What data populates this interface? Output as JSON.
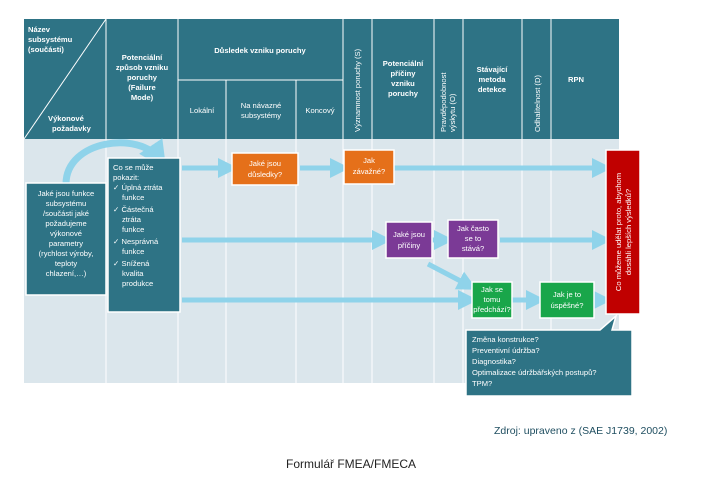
{
  "header": {
    "subsystem_name": [
      "Název",
      "subsystému",
      "(součásti)"
    ],
    "performance_requirements": [
      "Výkonové",
      "požadavky"
    ],
    "potential_failure_mode": [
      "Potenciální",
      "způsob vzniku",
      "poruchy",
      "(Failure",
      "Mode)"
    ],
    "failure_effects": "Důsledek vzniku poruchy",
    "local": "Lokální",
    "next_level": [
      "Na návazné",
      "subsystémy"
    ],
    "end": "Koncový",
    "severity": "Významnost poruchy (S)",
    "potential_causes": [
      "Potenciální",
      "příčiny",
      "vzniku",
      "poruchy"
    ],
    "occurrence": [
      "Pravděpodobnost",
      "výskytu (O)"
    ],
    "current_controls": [
      "Stávající",
      "metoda",
      "detekce"
    ],
    "detection": "Odhalitelnost (D)",
    "rpn": "RPN"
  },
  "boxes": {
    "functions": [
      "Jaké jsou funkce",
      "subsystému",
      "/součásti jaké",
      "požadujeme",
      "výkonové",
      "parametry",
      "(rychlost výroby,",
      "teploty",
      "chlazení,…)"
    ],
    "failure": [
      "Co se může",
      "pokazit:",
      "✓ Úplná ztráta",
      "funkce",
      "✓ Částečná",
      "ztráta",
      "funkce",
      "✓ Nesprávná",
      "funkce",
      "✓ Snížená",
      "kvalita",
      "produkce"
    ],
    "effects": [
      "Jaké jsou",
      "důsledky?"
    ],
    "severity": [
      "Jak",
      "závažné?"
    ],
    "causes": [
      "Jaké jsou",
      "příčiny"
    ],
    "occurrence": [
      "Jak často",
      "se to",
      "stává?"
    ],
    "prevention": [
      "Jak se",
      "tomu",
      "předchází?"
    ],
    "detection": [
      "Jak je to",
      "úspěšné?"
    ],
    "improve": [
      "Co můžeme udělat proto, abychom",
      "dosáhli lepších výsledků?"
    ],
    "actions": [
      "Změna konstrukce?",
      "Preventivní údržba?",
      "Diagnostika?",
      "Optimalizace údržbářských postupů?",
      "TPM?"
    ]
  },
  "colors": {
    "header": "#2e7385",
    "body": "#dbe6ec",
    "teal_box": "#2e7385",
    "orange": "#e5701a",
    "purple": "#7b3a96",
    "green": "#19a64a",
    "red": "#c00000",
    "arrow": "#8fd3ea"
  },
  "source": "Zdroj: upraveno z  (SAE J1739, 2002)",
  "caption": "Formulář FMEA/FMECA"
}
